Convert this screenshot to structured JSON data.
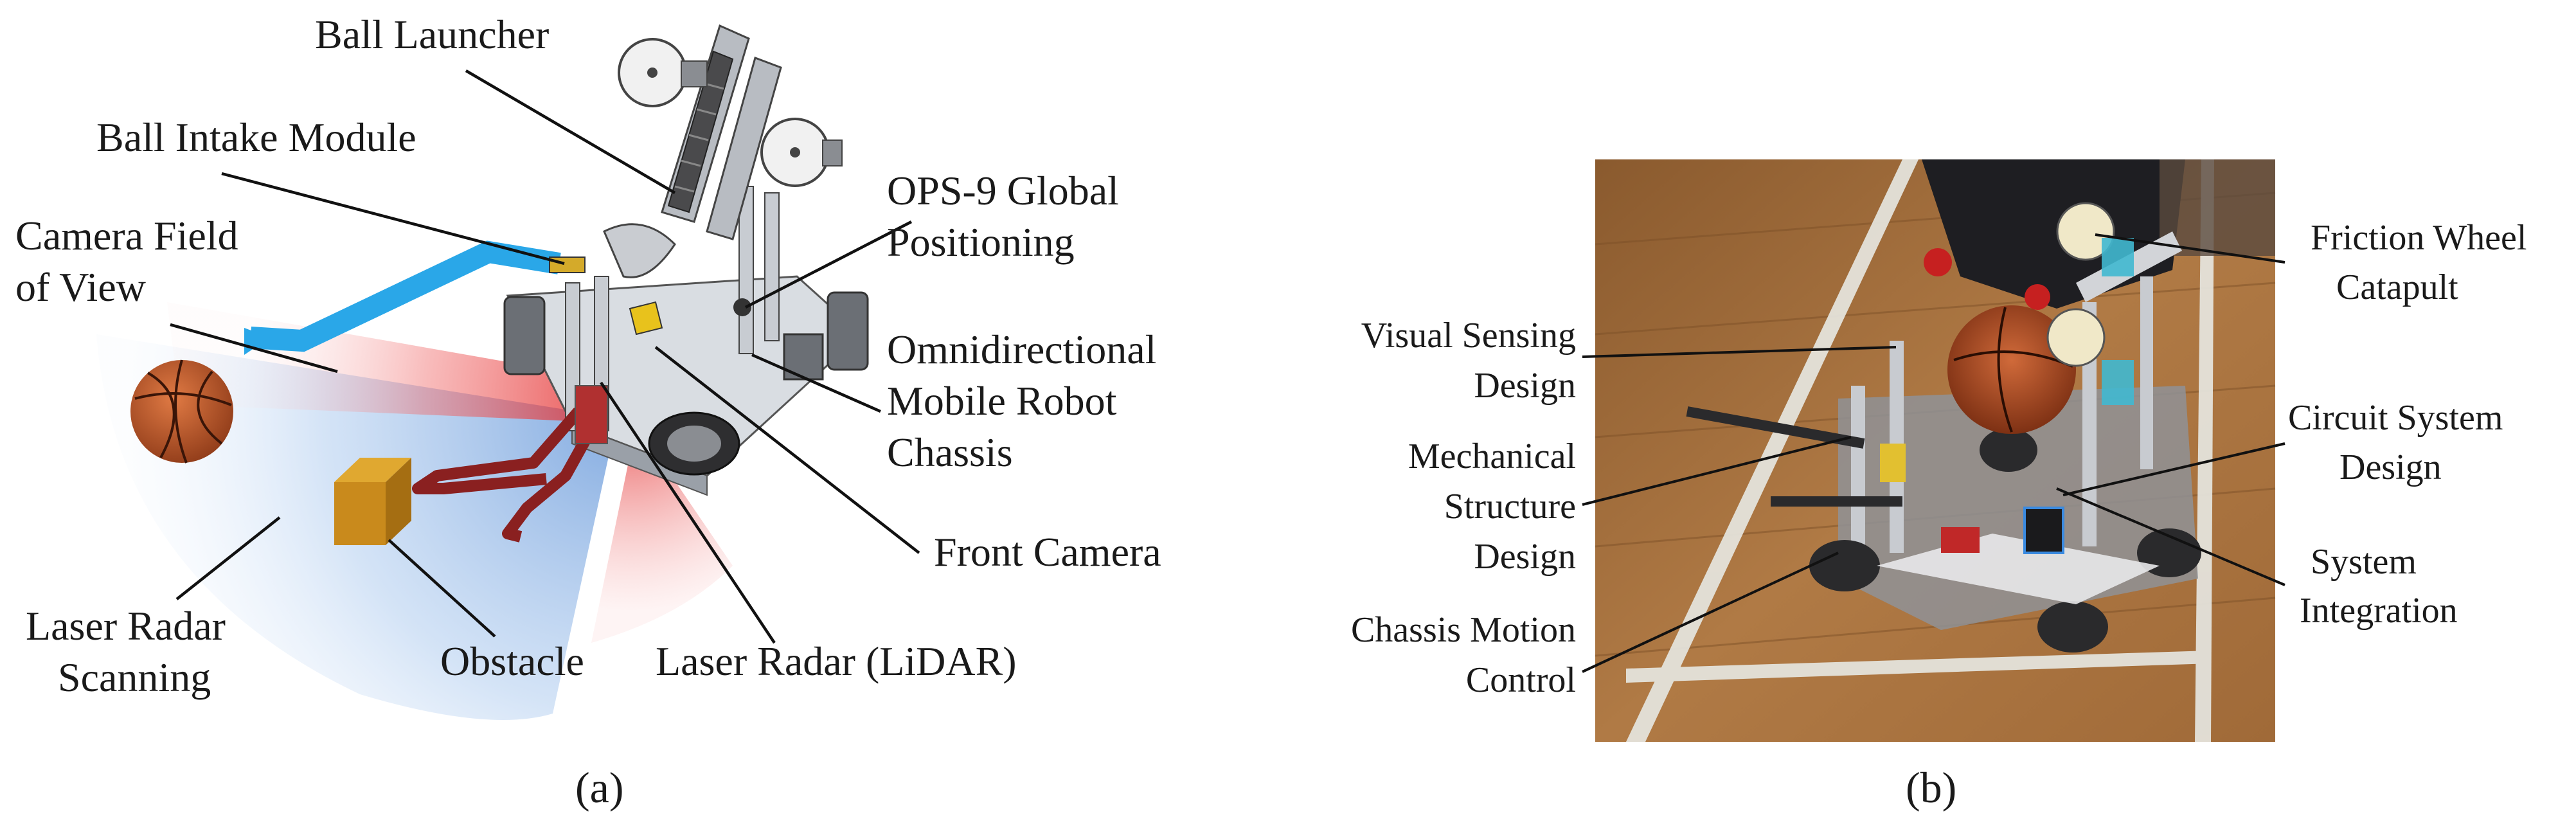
{
  "panel_a": {
    "caption": "(a)",
    "labels": {
      "ball_launcher": "Ball Launcher",
      "ball_intake": "Ball Intake Module",
      "camera_fov_1": "Camera Field",
      "camera_fov_2": "of View",
      "ops9_1": "OPS-9 Global",
      "ops9_2": "Positioning",
      "chassis_1": "Omnidirectional",
      "chassis_2": "Mobile Robot",
      "chassis_3": "Chassis",
      "front_camera": "Front Camera",
      "laser_scan_1": "Laser Radar",
      "laser_scan_2": "Scanning",
      "obstacle": "Obstacle",
      "lidar": "Laser Radar (LiDAR)"
    }
  },
  "panel_b": {
    "caption": "(b)",
    "labels": {
      "visual_1": "Visual Sensing",
      "visual_2": "Design",
      "mech_1": "Mechanical",
      "mech_2": "Structure",
      "mech_3": "Design",
      "chassis_motion_1": "Chassis Motion",
      "chassis_motion_2": "Control",
      "friction_1": "Friction Wheel",
      "friction_2": "Catapult",
      "circuit_1": "Circuit System",
      "circuit_2": "Design",
      "integration_1": "System",
      "integration_2": "Integration"
    }
  },
  "colors": {
    "camera_fov": "#e83030",
    "lidar_scan": "#7aaee8",
    "path_arrow": "#2aa7e8",
    "obstacle": "#c98a1c",
    "ball": "#c8572a",
    "floor": "#b07a45",
    "tape": "#e6e6e0"
  }
}
